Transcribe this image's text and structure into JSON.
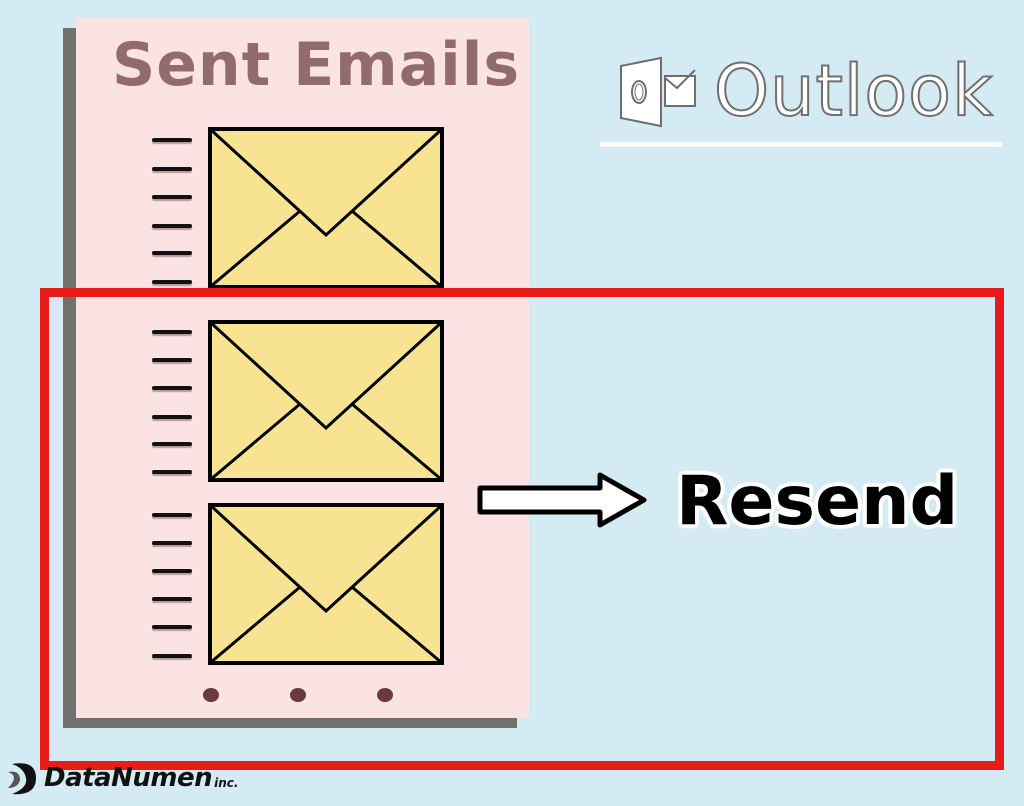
{
  "document": {
    "title": "Sent Emails",
    "brand_name": "Outlook",
    "action_label": "Resend",
    "footer_logo": {
      "name": "DataNumen",
      "suffix": "inc."
    },
    "envelopes_count": 3,
    "ellipsis": "• • •"
  },
  "colors": {
    "background": "#d5ebf3",
    "paper": "#fbe3e4",
    "paper_shadow": "#6f716f",
    "title": "#926b6d",
    "envelope_fill": "#f7e391",
    "highlight_frame": "#e81c18",
    "dots": "#6a3a3d"
  }
}
